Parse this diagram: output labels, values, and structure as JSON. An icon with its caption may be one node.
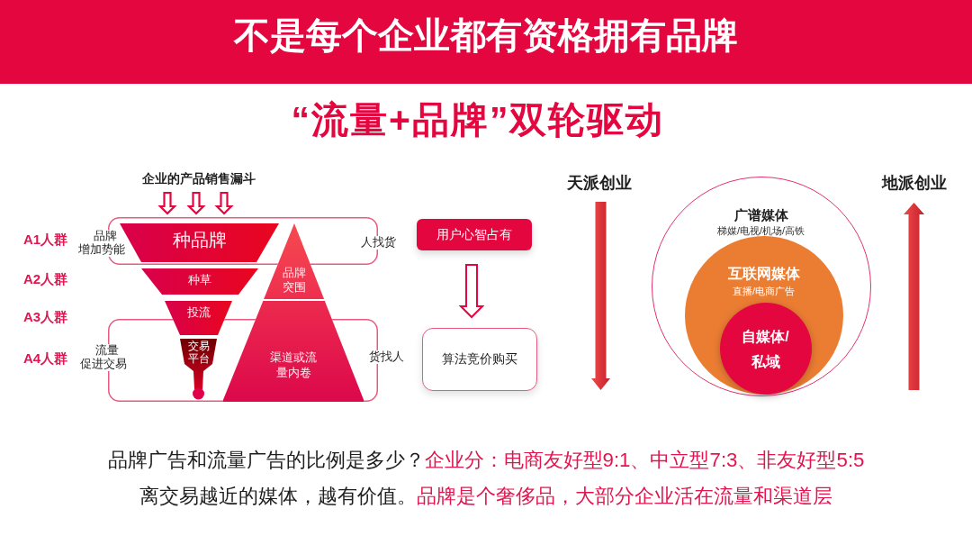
{
  "diagram": {
    "title": "不是每个企业都有资格拥有品牌",
    "nodes": [
      {
        "text": [
          "企业的产品销售漏斗"
        ]
      },
      {
        "text": [
          "品牌增加势能",
          "人找货"
        ]
      },
      {
        "text": [
          "种品牌"
        ],
        "in": 1
      },
      {
        "text": [
          "品牌突围"
        ]
      },
      {
        "text": [
          "用户心智占有"
        ]
      },
      {
        "text": [
          "广谱媒体",
          "梯媒/电视/机场/高铁"
        ]
      },
      {
        "text": [
          "互联网媒体",
          "直播/电商广告"
        ],
        "in": 5
      },
      {
        "text": [
          "自媒体/私域"
        ],
        "in": 6
      },
      {
        "text": [
          "种草"
        ]
      },
      {
        "text": [
          "投流"
        ]
      },
      {
        "text": [
          "渠道或流量内卷"
        ]
      },
      {
        "text": [
          "流量促进交易",
          "货找人"
        ]
      },
      {
        "text": [
          "交易平台"
        ],
        "in": 11
      },
      {
        "text": [
          "算法竞价购买"
        ]
      }
    ],
    "edges": [
      {
        "from": 0,
        "to": 1,
        "arrow": "to"
      },
      {
        "from": 0,
        "to": 1,
        "arrow": "to"
      },
      {
        "from": 0,
        "to": 1,
        "arrow": "to"
      },
      {
        "from": 4,
        "to": 13,
        "arrow": "to"
      }
    ],
    "labels": [
      "“流量+品牌”双轮驱动",
      "天派创业",
      "地派创业",
      "A1人群",
      "A2人群",
      "A3人群",
      "A4人群",
      "品牌广告和流量广告的比例是多少？",
      "企业分：电商友好型9:1、中立型7:3、非友好型5:5",
      "离交易越近的媒体，越有价值。",
      "品牌是个奢侈品，大部分企业活在流量和渠道层"
    ]
  }
}
